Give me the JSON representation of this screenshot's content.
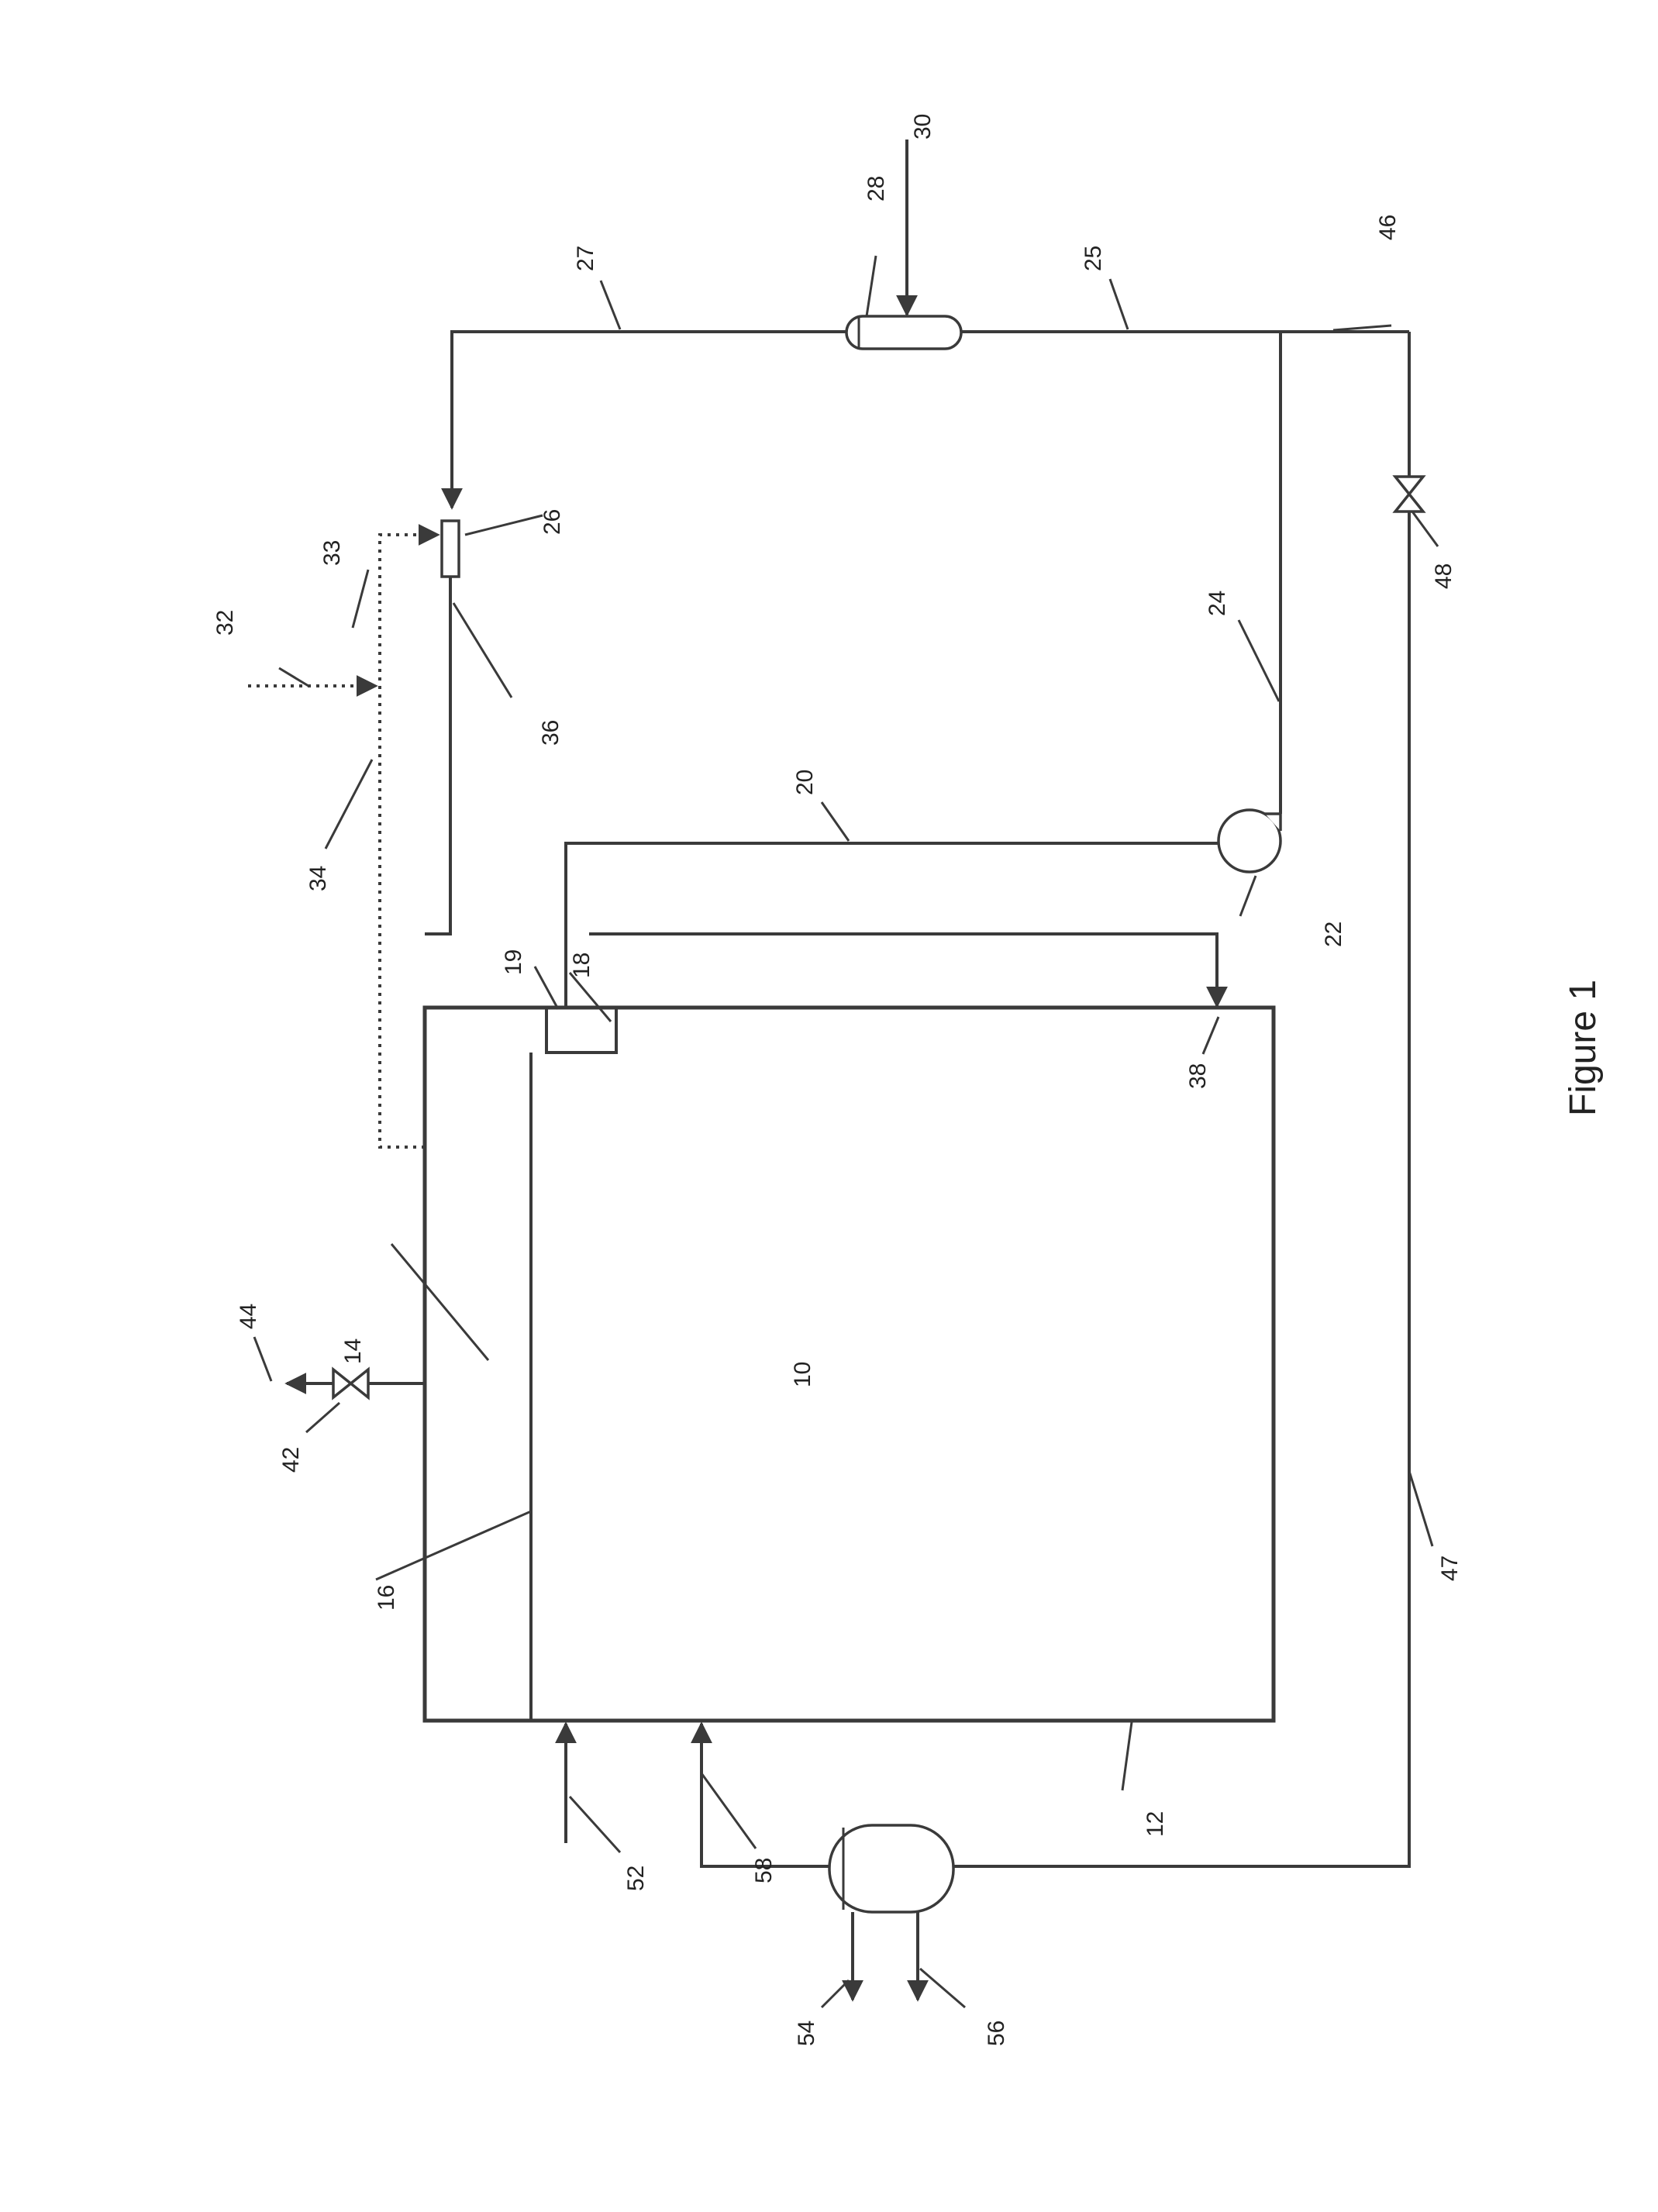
{
  "caption": "Figure 1",
  "labels": {
    "l10": "10",
    "l12": "12",
    "l14": "14",
    "l16": "16",
    "l18": "18",
    "l19": "19",
    "l20": "20",
    "l22": "22",
    "l24": "24",
    "l25": "25",
    "l26": "26",
    "l27": "27",
    "l28": "28",
    "l30": "30",
    "l32": "32",
    "l33": "33",
    "l34": "34",
    "l36": "36",
    "l38": "38",
    "l42": "42",
    "l44": "44",
    "l46": "46",
    "l47": "47",
    "l48": "48",
    "l52": "52",
    "l54": "54",
    "l56": "56",
    "l58": "58"
  }
}
